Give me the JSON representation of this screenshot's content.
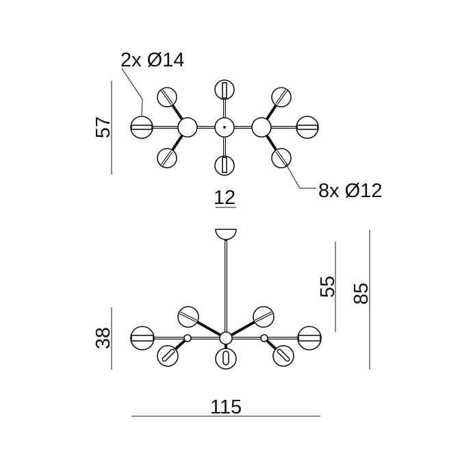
{
  "top_view": {
    "large_globe_label": "2x Ø14",
    "small_globe_label": "8x Ø12",
    "depth_label": "57",
    "hub_label": "12"
  },
  "side_view": {
    "body_height_label": "38",
    "drop_label": "55",
    "total_height_label": "85",
    "width_label": "115"
  },
  "colors": {
    "line": "#111111",
    "background": "#ffffff"
  }
}
